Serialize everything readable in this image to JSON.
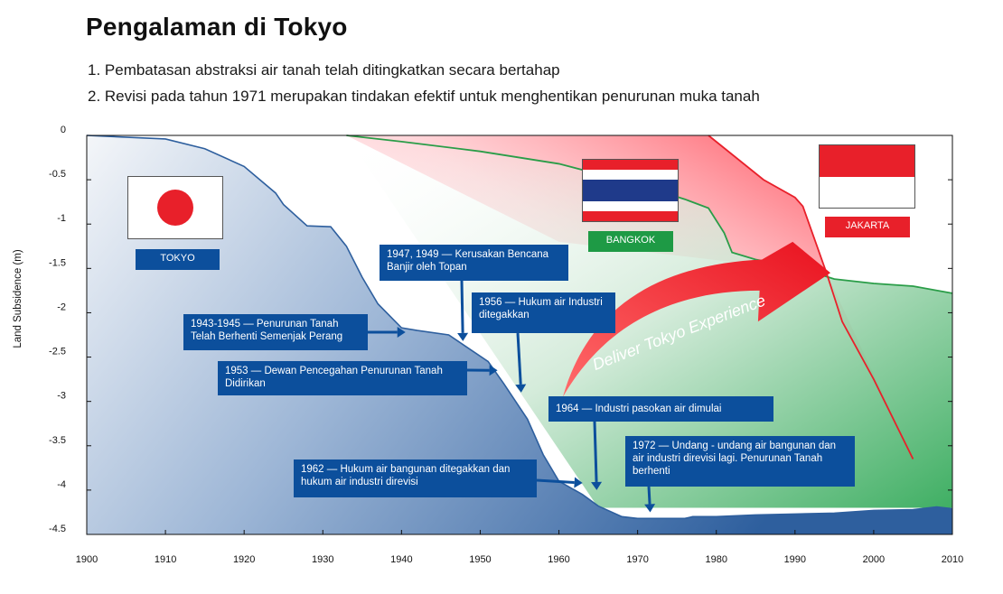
{
  "header": {
    "title": "Pengalaman di Tokyo",
    "point_1": "1. Pembatasan abstraksi air tanah telah ditingkatkan secara bertahap",
    "point_2": "2. Revisi pada tahun 1971 merupakan tindakan efektif untuk menghentikan penurunan muka tanah"
  },
  "chart_data": {
    "type": "area",
    "xlabel": "",
    "ylabel": "Land Subsidence (m)",
    "xlim": [
      1900,
      2010
    ],
    "ylim": [
      -4.5,
      0
    ],
    "x_ticks": [
      1900,
      1910,
      1920,
      1930,
      1940,
      1950,
      1960,
      1970,
      1980,
      1990,
      2000,
      2010
    ],
    "y_ticks": [
      0,
      -0.5,
      -1,
      -1.5,
      -2,
      -2.5,
      -3,
      -3.5,
      -4,
      -4.5
    ],
    "grid": false,
    "series": [
      {
        "name": "TOKYO",
        "color": "#2e5f9e",
        "x": [
          1900,
          1910,
          1915,
          1920,
          1922,
          1924,
          1925,
          1928,
          1931,
          1933,
          1935,
          1937,
          1940,
          1942,
          1946,
          1948,
          1951,
          1953,
          1956,
          1958,
          1960,
          1963,
          1965,
          1968,
          1970,
          1976,
          1977,
          1980,
          1985,
          1990,
          1995,
          2000,
          2005,
          2008,
          2010
        ],
        "values": [
          0,
          -0.04,
          -0.15,
          -0.35,
          -0.5,
          -0.65,
          -0.78,
          -1.02,
          -1.03,
          -1.25,
          -1.6,
          -1.9,
          -2.17,
          -2.2,
          -2.25,
          -2.37,
          -2.55,
          -2.8,
          -3.2,
          -3.6,
          -3.9,
          -4.05,
          -4.18,
          -4.3,
          -4.32,
          -4.32,
          -4.3,
          -4.3,
          -4.28,
          -4.27,
          -4.26,
          -4.23,
          -4.22,
          -4.19,
          -4.21
        ]
      },
      {
        "name": "BANGKOK",
        "color": "#2a9d48",
        "x": [
          1933,
          1940,
          1950,
          1960,
          1970,
          1976,
          1979,
          1981,
          1982,
          1985,
          1990,
          1995,
          2000,
          2005,
          2010
        ],
        "values": [
          0,
          -0.07,
          -0.18,
          -0.32,
          -0.55,
          -0.72,
          -0.82,
          -1.1,
          -1.32,
          -1.4,
          -1.48,
          -1.62,
          -1.67,
          -1.7,
          -1.78
        ]
      },
      {
        "name": "JAKARTA",
        "color": "#e8202a",
        "x": [
          1979,
          1986,
          1990,
          1991,
          1994,
          1996,
          2000,
          2005
        ],
        "values": [
          0,
          -0.5,
          -0.7,
          -0.8,
          -1.55,
          -2.1,
          -2.75,
          -3.65
        ]
      }
    ],
    "arrow_label": "Deliver Tokyo Experience",
    "annotations": [
      {
        "text": "1943-1945 — Penurunan Tanah Telah Berhenti Semenjak Perang",
        "arrow_to": [
          1940.5,
          -2.22
        ]
      },
      {
        "text": "1947, 1949 — Kerusakan Bencana Banjir oleh Topan",
        "arrow_to": [
          1947.8,
          -2.32
        ]
      },
      {
        "text": "1956 — Hukum air Industri ditegakkan",
        "arrow_to": [
          1955.2,
          -2.9
        ]
      },
      {
        "text": "1953 — Dewan Pencegahan Penurunan Tanah Didirikan",
        "arrow_to": [
          1952.2,
          -2.65
        ]
      },
      {
        "text": "1964 — Industri pasokan air dimulai",
        "arrow_to": [
          1964.8,
          -4.0
        ]
      },
      {
        "text": "1962 — Hukum air bangunan ditegakkan dan hukum air industri direvisi",
        "arrow_to": [
          1963.0,
          -3.92
        ]
      },
      {
        "text": "1972 — Undang - undang air bangunan dan air industri direvisi lagi. Penurunan Tanah berhenti",
        "arrow_to": [
          1971.6,
          -4.25
        ]
      }
    ],
    "labels": {
      "tokyo": "TOKYO",
      "bangkok": "BANGKOK",
      "jakarta": "JAKARTA"
    },
    "colors": {
      "annotation_bg": "#0c4f9c",
      "jakarta_label": "#e8202a",
      "bangkok_label": "#1e9a45",
      "tokyo_label": "#0c4f9c"
    }
  }
}
